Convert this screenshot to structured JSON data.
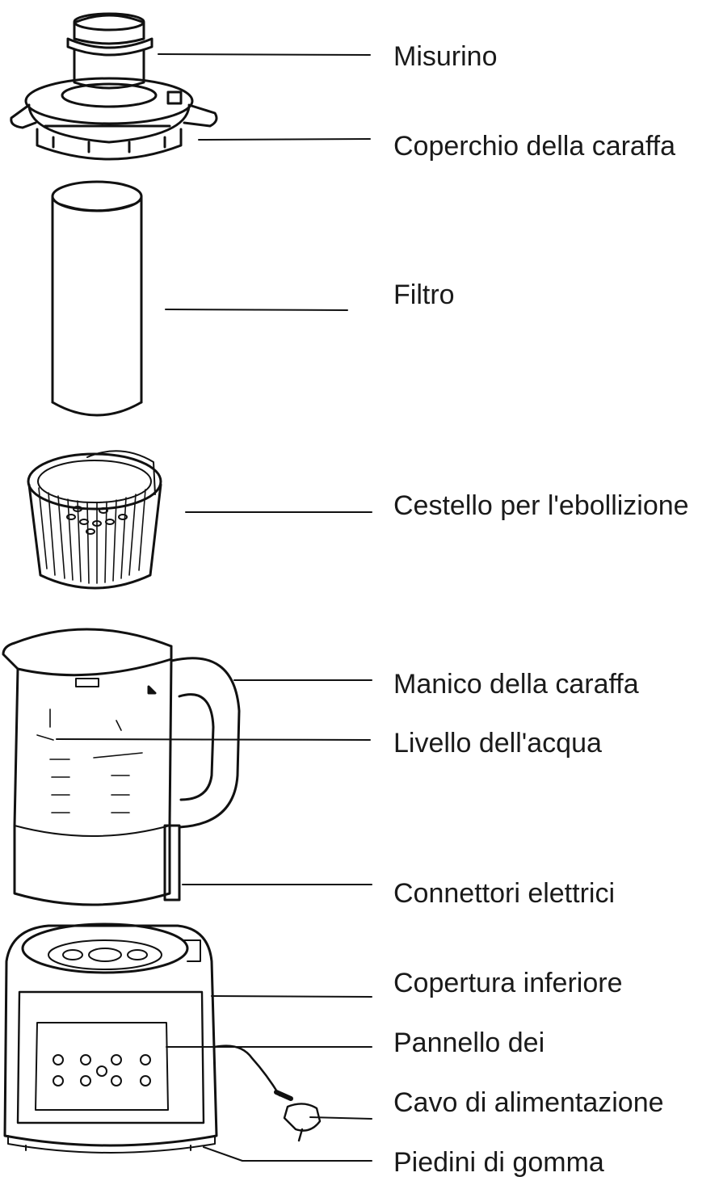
{
  "diagram": {
    "labels": [
      {
        "id": "misurino",
        "text": "Misurino"
      },
      {
        "id": "coperchio",
        "text": "Coperchio della caraffa"
      },
      {
        "id": "filtro",
        "text": "Filtro"
      },
      {
        "id": "cestello",
        "text": "Cestello per l'ebollizione"
      },
      {
        "id": "manico",
        "text": "Manico della caraffa"
      },
      {
        "id": "livello",
        "text": "Livello dell'acqua"
      },
      {
        "id": "connettori",
        "text": "Connettori elettrici"
      },
      {
        "id": "copertura",
        "text": "Copertura inferiore"
      },
      {
        "id": "pannello",
        "text": "Pannello dei"
      },
      {
        "id": "cavo",
        "text": "Cavo di alimentazione"
      },
      {
        "id": "piedini",
        "text": "Piedini di gomma"
      }
    ]
  }
}
